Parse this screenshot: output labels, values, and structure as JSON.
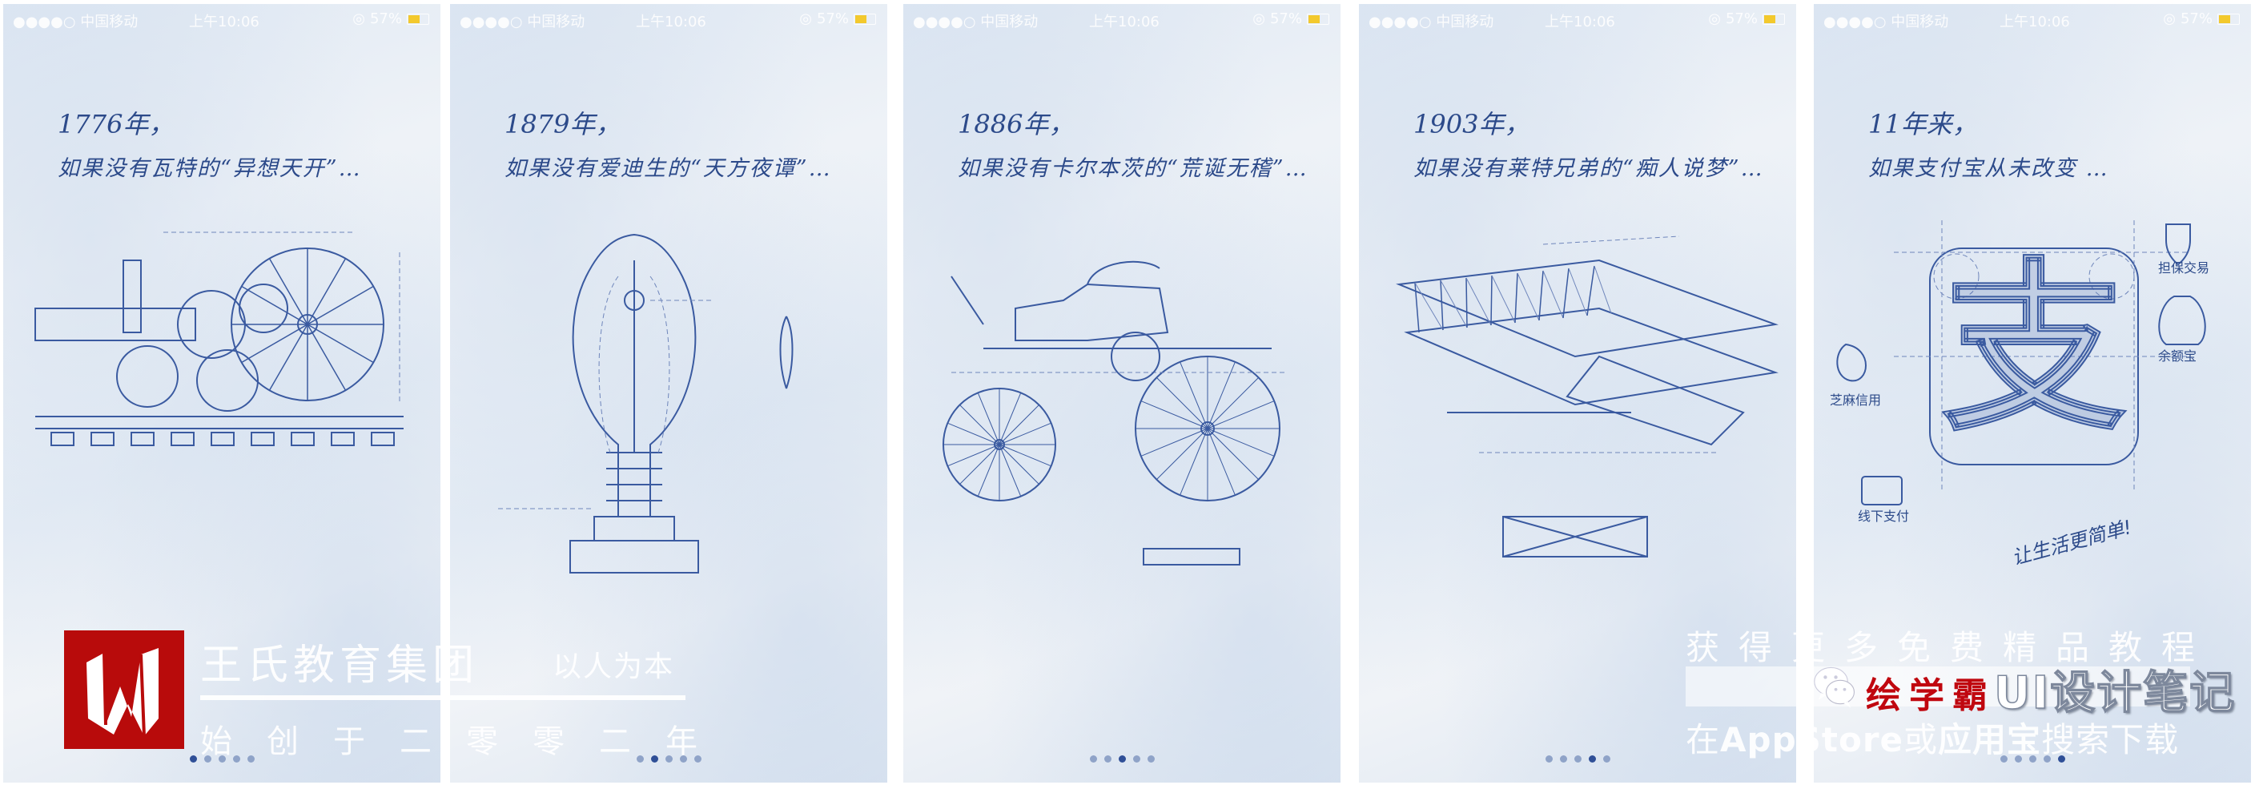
{
  "status_bar": {
    "carrier": "●●●●○ 中国移动",
    "wifi_icon": "wifi-icon",
    "time": "上午10:06",
    "battery": "57%",
    "battery_color": "#f5c518"
  },
  "panels": [
    {
      "year": "1776年，",
      "line": "如果没有瓦特的“异想天开”…",
      "subject": "steam-locomotive",
      "active_dot": 0
    },
    {
      "year": "1879年，",
      "line": "如果没有爱迪生的“天方夜谭”…",
      "subject": "light-bulb",
      "active_dot": 1
    },
    {
      "year": "1886年，",
      "line": "如果没有卡尔本茨的“荒诞无稽”…",
      "subject": "motor-car",
      "active_dot": 2
    },
    {
      "year": "1903年，",
      "line": "如果没有莱特兄弟的“痴人说梦”…",
      "subject": "biplane",
      "active_dot": 3
    },
    {
      "year": "11年来，",
      "line": "如果支付宝从未改变 …",
      "subject": "alipay-icon",
      "active_dot": 4,
      "labels": {
        "guarantee": "担保交易",
        "yuebao": "余额宝",
        "sesame": "芝麻信用",
        "offline": "线下支付",
        "slogan": "让生活更简单!",
        "glyph": "支"
      }
    }
  ],
  "dots_count": 5,
  "accent": "#2c4a8a",
  "watermark_left": {
    "title": "王氏教育集团",
    "slogan": "以人为本",
    "since": "始创于二零零二年",
    "logo_color": "#b80b0b"
  },
  "watermark_right": {
    "line1": "获得更多免费精品教程",
    "brand_red": "绘学霸",
    "brand_outline": "UI设计笔记",
    "line3_a": "在",
    "line3_b": "AppStore",
    "line3_c": "或",
    "line3_d": "应用宝",
    "line3_e": "搜索下载",
    "brand_color": "#c0070f"
  }
}
